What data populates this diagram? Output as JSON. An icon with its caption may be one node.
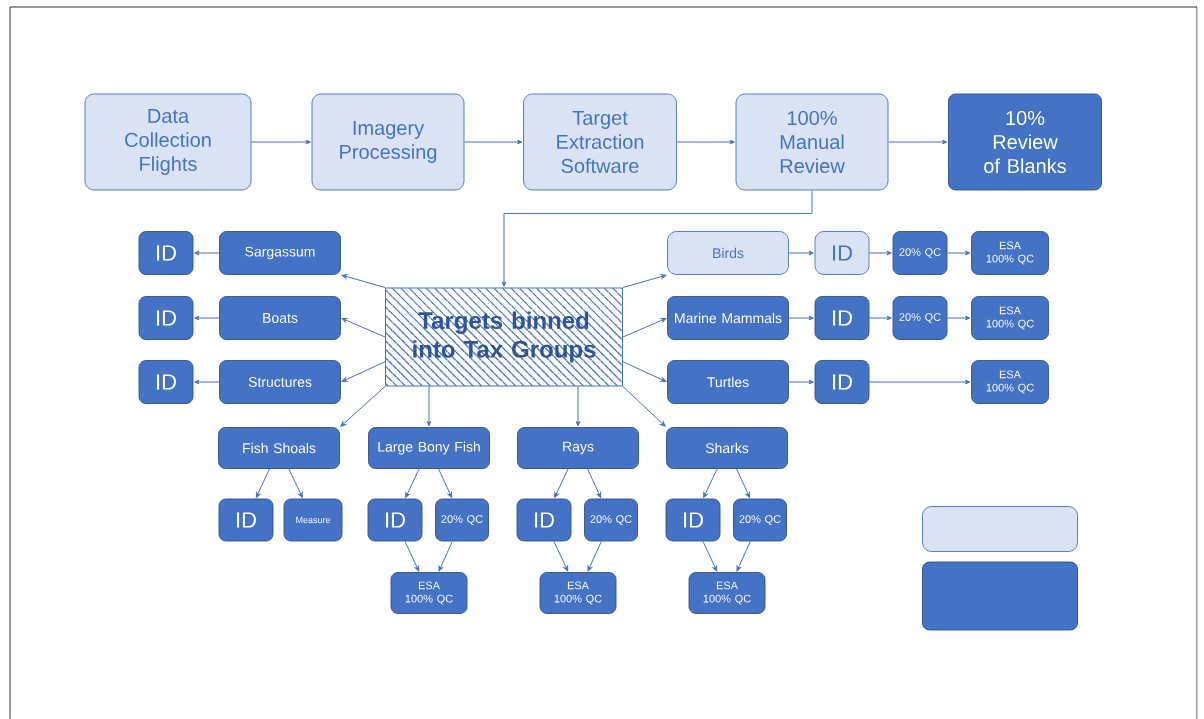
{
  "diagram": {
    "nodes": [
      {
        "text": [
          "Data Collection Flights"
        ]
      },
      {
        "text": [
          "Imagery Processing"
        ]
      },
      {
        "text": [
          "Target Extraction Software"
        ]
      },
      {
        "text": [
          "100% Manual Review"
        ]
      },
      {
        "text": [
          "10% Review of Blanks"
        ]
      },
      {
        "text": [
          "Targets binned into Tax Groups"
        ]
      },
      {
        "text": [
          "Sargassum"
        ]
      },
      {
        "text": [
          "ID"
        ]
      },
      {
        "text": [
          "Boats"
        ]
      },
      {
        "text": [
          "ID"
        ]
      },
      {
        "text": [
          "Structures"
        ]
      },
      {
        "text": [
          "ID"
        ]
      },
      {
        "text": [
          "Birds"
        ]
      },
      {
        "text": [
          "ID"
        ]
      },
      {
        "text": [
          "20% QC"
        ]
      },
      {
        "text": [
          "ESA 100% QC"
        ]
      },
      {
        "text": [
          "Marine Mammals"
        ]
      },
      {
        "text": [
          "ID"
        ]
      },
      {
        "text": [
          "20% QC"
        ]
      },
      {
        "text": [
          "ESA 100% QC"
        ]
      },
      {
        "text": [
          "Turtles"
        ]
      },
      {
        "text": [
          "ID"
        ]
      },
      {
        "text": [
          "ESA 100% QC"
        ]
      },
      {
        "text": [
          "Fish Shoals"
        ]
      },
      {
        "text": [
          "Large Bony Fish"
        ]
      },
      {
        "text": [
          "Rays"
        ]
      },
      {
        "text": [
          "Sharks"
        ]
      },
      {
        "text": [
          "ID"
        ]
      },
      {
        "text": [
          "Measure"
        ]
      },
      {
        "text": [
          "ID"
        ]
      },
      {
        "text": [
          "20% QC"
        ]
      },
      {
        "text": [
          "ESA 100% QC"
        ]
      },
      {
        "text": [
          "ID"
        ]
      },
      {
        "text": [
          "20% QC"
        ]
      },
      {
        "text": [
          "ESA 100% QC"
        ]
      },
      {
        "text": [
          "ID"
        ]
      },
      {
        "text": [
          "20% QC"
        ]
      },
      {
        "text": [
          "ESA 100% QC"
        ]
      },
      {
        "text": [],
        "shape": "box"
      },
      {
        "text": [],
        "shape": "box"
      }
    ],
    "edges": [
      {
        "from": 0,
        "to": 1,
        "arrow": "to"
      },
      {
        "from": 1,
        "to": 2,
        "arrow": "to"
      },
      {
        "from": 2,
        "to": 3,
        "arrow": "to"
      },
      {
        "from": 3,
        "to": 4,
        "arrow": "to"
      },
      {
        "from": 3,
        "to": 5,
        "arrow": "to"
      },
      {
        "from": 5,
        "to": 6,
        "arrow": "to"
      },
      {
        "from": 6,
        "to": 7,
        "arrow": "to"
      },
      {
        "from": 5,
        "to": 8,
        "arrow": "to"
      },
      {
        "from": 8,
        "to": 9,
        "arrow": "to"
      },
      {
        "from": 5,
        "to": 10,
        "arrow": "to"
      },
      {
        "from": 10,
        "to": 11,
        "arrow": "to"
      },
      {
        "from": 5,
        "to": 12,
        "arrow": "to"
      },
      {
        "from": 12,
        "to": 13,
        "arrow": "to"
      },
      {
        "from": 13,
        "to": 14,
        "arrow": "to"
      },
      {
        "from": 14,
        "to": 15,
        "arrow": "to"
      },
      {
        "from": 5,
        "to": 16,
        "arrow": "to"
      },
      {
        "from": 16,
        "to": 17,
        "arrow": "to"
      },
      {
        "from": 17,
        "to": 18,
        "arrow": "to"
      },
      {
        "from": 18,
        "to": 19,
        "arrow": "to"
      },
      {
        "from": 5,
        "to": 20,
        "arrow": "to"
      },
      {
        "from": 20,
        "to": 21,
        "arrow": "to"
      },
      {
        "from": 21,
        "to": 22,
        "arrow": "to"
      },
      {
        "from": 5,
        "to": 23,
        "arrow": "to"
      },
      {
        "from": 5,
        "to": 24,
        "arrow": "to"
      },
      {
        "from": 5,
        "to": 25,
        "arrow": "to"
      },
      {
        "from": 5,
        "to": 26,
        "arrow": "to"
      },
      {
        "from": 23,
        "to": 27,
        "arrow": "to"
      },
      {
        "from": 23,
        "to": 28,
        "arrow": "to"
      },
      {
        "from": 24,
        "to": 29,
        "arrow": "to"
      },
      {
        "from": 24,
        "to": 30,
        "arrow": "to"
      },
      {
        "from": 29,
        "to": 31,
        "arrow": "to"
      },
      {
        "from": 30,
        "to": 31,
        "arrow": "to"
      },
      {
        "from": 25,
        "to": 32,
        "arrow": "to"
      },
      {
        "from": 25,
        "to": 33,
        "arrow": "to"
      },
      {
        "from": 32,
        "to": 34,
        "arrow": "to"
      },
      {
        "from": 33,
        "to": 34,
        "arrow": "to"
      },
      {
        "from": 26,
        "to": 35,
        "arrow": "to"
      },
      {
        "from": 26,
        "to": 36,
        "arrow": "to"
      },
      {
        "from": 35,
        "to": 37,
        "arrow": "to"
      },
      {
        "from": 36,
        "to": 37,
        "arrow": "to"
      }
    ]
  }
}
